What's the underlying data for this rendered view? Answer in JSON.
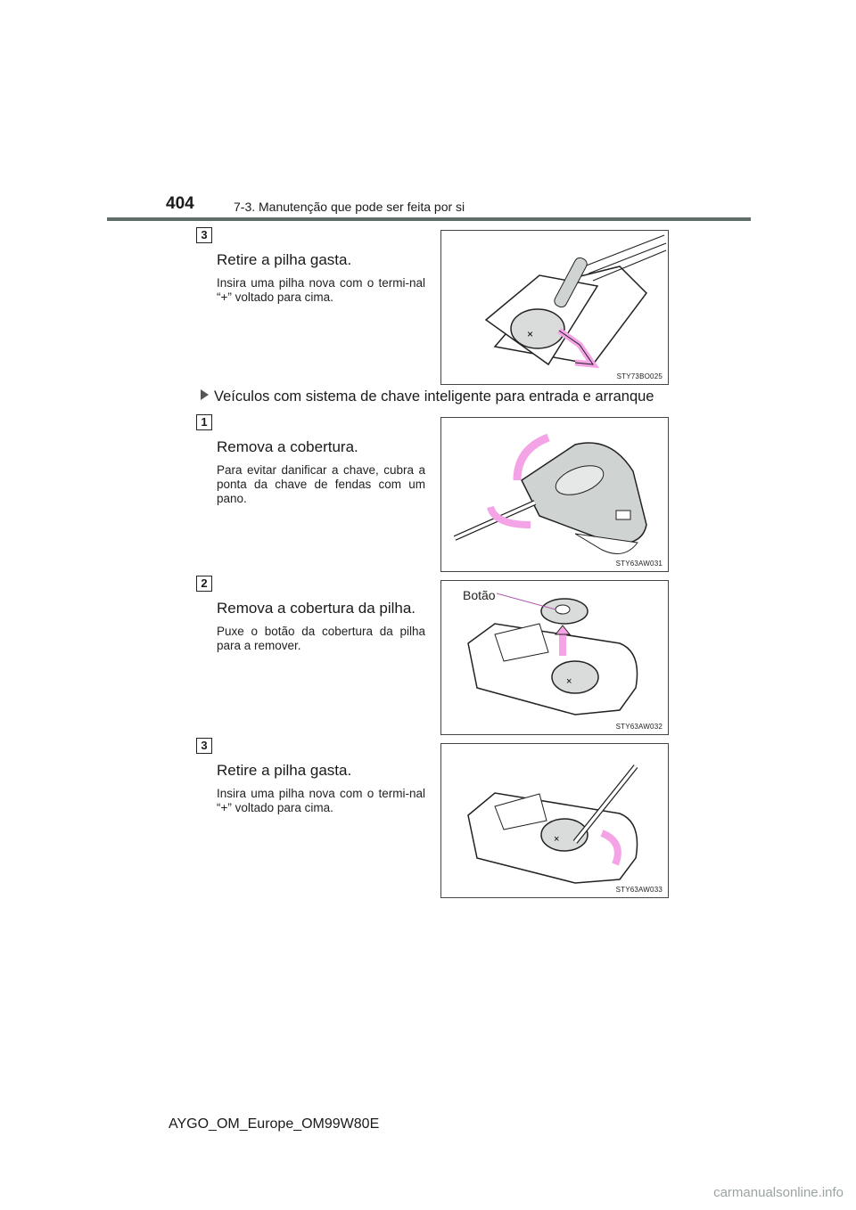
{
  "header": {
    "page_number": "404",
    "section_title": "7-3. Manutenção que pode ser feita por si"
  },
  "steps_top": [
    {
      "number": "3",
      "title": "Retire a pilha gasta.",
      "body": "Insira uma pilha nova com o termi-nal “+” voltado para cima.",
      "figure_code": "STY73BO025"
    }
  ],
  "subsection": {
    "title": "Veículos com sistema de chave inteligente para entrada e arranque"
  },
  "steps_smart": [
    {
      "number": "1",
      "title": "Remova a cobertura.",
      "body": "Para evitar danificar a chave, cubra a ponta da chave de fendas com um pano.",
      "figure_code": "STY63AW031"
    },
    {
      "number": "2",
      "title": "Remova a cobertura da pilha.",
      "body": "Puxe o botão da cobertura da pilha para a remover.",
      "figure_code": "STY63AW032",
      "figure_label": "Botão"
    },
    {
      "number": "3",
      "title": "Retire a pilha gasta.",
      "body": "Insira uma pilha nova com o termi-nal “+” voltado para cima.",
      "figure_code": "STY63AW033"
    }
  ],
  "footer": {
    "doc_code": "AYGO_OM_Europe_OM99W80E",
    "watermark": "carmanualsonline.info"
  },
  "colors": {
    "header_rule": "#5f6f68",
    "arrow_pink": "#f4a3e6",
    "key_grey": "#cfd3d2",
    "battery_grey": "#d9dcdb"
  }
}
